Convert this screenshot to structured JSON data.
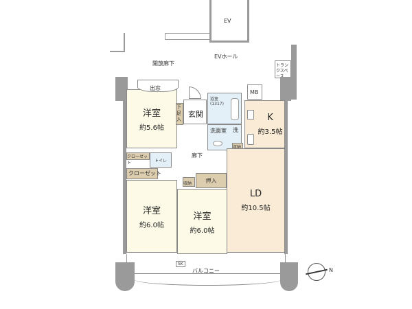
{
  "labels": {
    "ev": "EV",
    "ev_hall": "EVホール",
    "open_corridor": "開放廊下",
    "trunk_space": "トランクスペース",
    "bay_window": "出窓",
    "shoe_closet": "下足入",
    "entrance": "玄関",
    "bath": "浴室",
    "bath_size": "(1317)",
    "mb": "MB",
    "washroom": "洗面室",
    "washer": "洗",
    "storage1": "収納",
    "storage2": "収納",
    "corridor": "廊下",
    "closet_small": "クローゼット",
    "closet": "クローゼット",
    "toilet": "トイレ",
    "oshiire": "押入",
    "sk": "SK",
    "balcony": "バルコニー",
    "north": "N"
  },
  "rooms": {
    "western1": {
      "name": "洋室",
      "area": "約5.6帖"
    },
    "kitchen": {
      "name": "K",
      "area": "約3.5帖"
    },
    "western2": {
      "name": "洋室",
      "area": "約6.0帖"
    },
    "western3": {
      "name": "洋室",
      "area": "約6.0帖"
    },
    "ld": {
      "name": "LD",
      "area": "約10.5帖"
    }
  },
  "colors": {
    "wall": "#9a9a9a",
    "cream": "#fdfbe8",
    "peach": "#f9ebd5",
    "blue": "#e4f0f8",
    "tan": "#dccdae"
  }
}
